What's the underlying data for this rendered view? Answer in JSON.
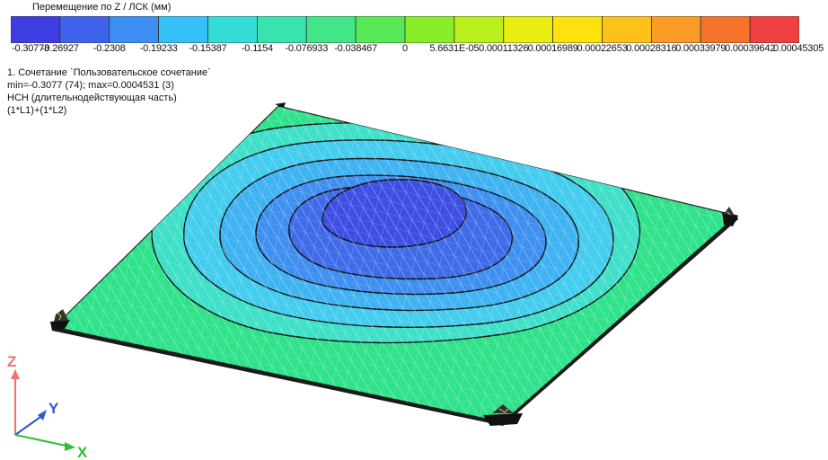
{
  "legend": {
    "title": "Перемещение по Z / ЛСК (мм)",
    "colors": [
      "#3d3de0",
      "#3f63ea",
      "#3d8ff4",
      "#35c0fa",
      "#34dcd8",
      "#39e3b0",
      "#42e588",
      "#58ea56",
      "#88ee2a",
      "#b9f01c",
      "#e7ee10",
      "#fde20e",
      "#fcc21a",
      "#f99b24",
      "#f6732c",
      "#ee4040"
    ],
    "labels": [
      "-0.30773",
      "-0.26927",
      "-0.2308",
      "-0.19233",
      "-0.15387",
      "-0.1154",
      "-0.076933",
      "-0.038467",
      "0",
      "5.6631E-05",
      "0.00011326",
      "0.00016989",
      "0.00022653",
      "0.00028316",
      "0.00033979",
      "0.00039642",
      "0.00045305"
    ]
  },
  "info": {
    "line1": "1. Сочетание `Пользовательское сочетание`",
    "line2": "min=-0.3077 (74); max=0.0004531 (3)",
    "line3": "НСН (длительнодействующая часть)",
    "line4": "(1*L1)+(1*L2)"
  },
  "plot": {
    "surface_color": "#2fe28a",
    "contour_colors": [
      "#3fe0c8",
      "#43ccee",
      "#3fb2f2",
      "#3f8ff0",
      "#3f6be8",
      "#3d4fe2"
    ],
    "min_value": -0.3077,
    "min_node": 74,
    "max_value": 0.0004531,
    "max_node": 3
  },
  "axes": {
    "z_label": "Z",
    "y_label": "Y",
    "x_label": "X",
    "z_color": "#f07070",
    "y_color": "#2f55d8",
    "x_color": "#2ec02e"
  }
}
